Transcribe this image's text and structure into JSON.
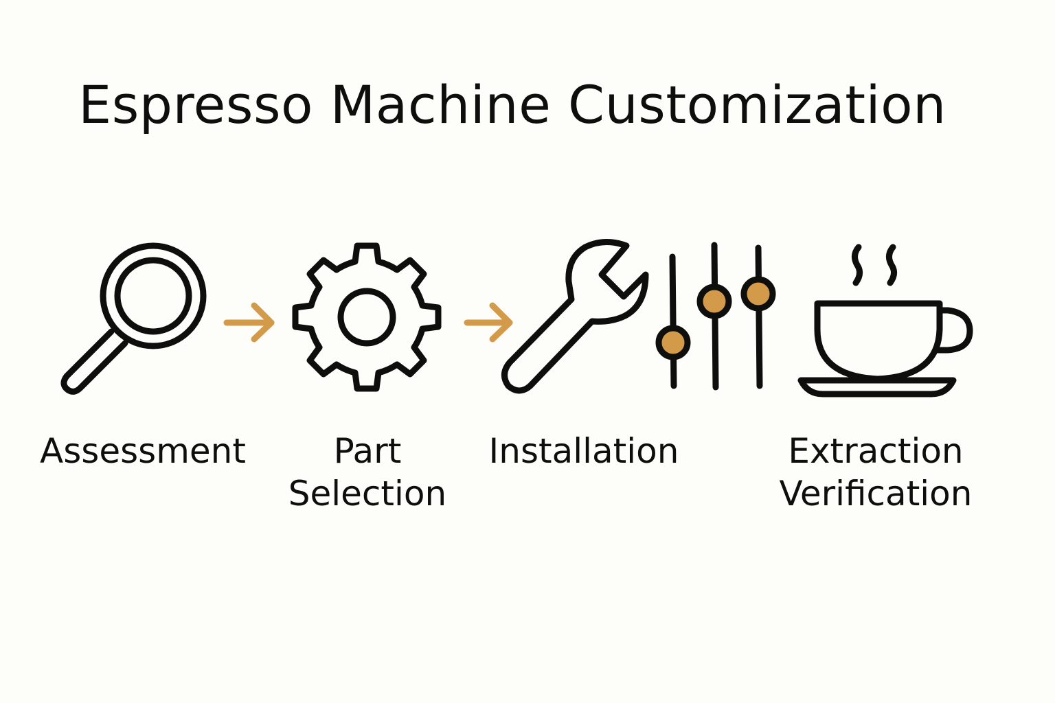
{
  "title": "Espresso Machine Customization",
  "colors": {
    "background": "#fdfdfa",
    "stroke": "#0e0e0c",
    "accent": "#d39a49"
  },
  "steps": [
    {
      "label_lines": [
        "Assessment"
      ],
      "icon": "magnifying-glass-icon"
    },
    {
      "label_lines": [
        "Part",
        "Selection"
      ],
      "icon": "gear-icon"
    },
    {
      "label_lines": [
        "Installation"
      ],
      "icon": "wrench-and-sliders-icon"
    },
    {
      "label_lines": [
        "Extraction",
        "Verification"
      ],
      "icon": "coffee-cup-icon"
    }
  ],
  "connectors": [
    {
      "from": "Assessment",
      "to": "Part Selection",
      "icon": "arrow-right-icon"
    },
    {
      "from": "Part Selection",
      "to": "Installation",
      "icon": "arrow-right-icon"
    }
  ]
}
